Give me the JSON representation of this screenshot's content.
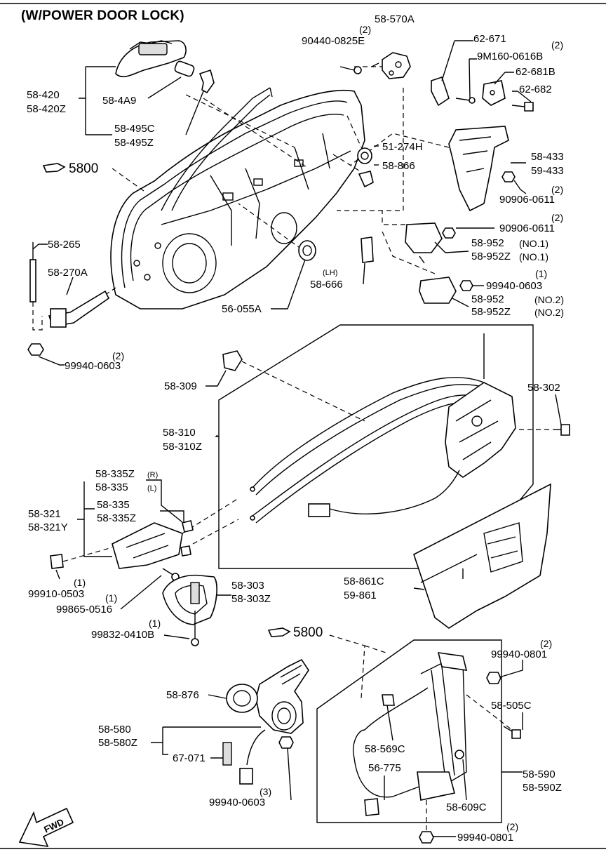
{
  "title": "(W/POWER DOOR LOCK)",
  "labels": {
    "l_58_570A": "58-570A",
    "l_q_90440": "(2)",
    "l_90440": "90440-0825E",
    "l_62_671": "62-671",
    "l_q_9M160": "(2)",
    "l_9M160": "9M160-0616B",
    "l_62_681B": "62-681B",
    "l_62_682": "62-682",
    "l_58_420": "58-420",
    "l_58_420Z": "58-420Z",
    "l_58_4A9": "58-4A9",
    "l_58_495C": "58-495C",
    "l_58_495Z": "58-495Z",
    "l_51_274H": "51-274H",
    "l_58_866": "58-866",
    "l_58_433": "58-433",
    "l_59_433": "59-433",
    "l_q_90906a": "(2)",
    "l_90906a": "90906-0611",
    "l_ref5800a": "5800",
    "l_q_90906b": "(2)",
    "l_90906b": "90906-0611",
    "l_58_952a": "58-952",
    "l_no1a": "(NO.1)",
    "l_58_952Za": "58-952Z",
    "l_no1b": "(NO.1)",
    "l_q_99940a": "(1)",
    "l_99940a": "99940-0603",
    "l_58_952b": "58-952",
    "l_no2a": "(NO.2)",
    "l_58_952Zb": "58-952Z",
    "l_no2b": "(NO.2)",
    "l_58_265": "58-265",
    "l_58_270A": "58-270A",
    "l_lh": "(LH)",
    "l_58_666": "58-666",
    "l_56_055A": "56-055A",
    "l_q_99940b": "(2)",
    "l_99940b": "99940-0603",
    "l_58_309": "58-309",
    "l_58_302": "58-302",
    "l_58_310": "58-310",
    "l_58_310Z": "58-310Z",
    "l_58_335Z_a": "58-335Z",
    "l_R": "(R)",
    "l_58_335_a": "58-335",
    "l_L": "(L)",
    "l_58_321": "58-321",
    "l_58_321Y": "58-321Y",
    "l_58_335_b": "58-335",
    "l_58_335Z_b": "58-335Z",
    "l_99910": "99910-0503",
    "l_q_99910": "(1)",
    "l_q_99865": "(1)",
    "l_99865": "99865-0516",
    "l_58_303": "58-303",
    "l_58_303Z": "58-303Z",
    "l_58_861C": "58-861C",
    "l_59_861": "59-861",
    "l_q_99832": "(1)",
    "l_99832": "99832-0410B",
    "l_ref5800b": "5800",
    "l_q_99940c": "(2)",
    "l_99940c": "99940-0801",
    "l_58_876": "58-876",
    "l_58_505C": "58-505C",
    "l_58_580": "58-580",
    "l_58_580Z": "58-580Z",
    "l_58_569C": "58-569C",
    "l_67_071": "67-071",
    "l_56_775": "56-775",
    "l_58_590": "58-590",
    "l_58_590Z": "58-590Z",
    "l_q_99940d": "(3)",
    "l_99940d": "99940-0603",
    "l_58_609C": "58-609C",
    "l_q_99940e": "(2)",
    "l_99940e": "99940-0801",
    "l_fwd": "FWD"
  }
}
